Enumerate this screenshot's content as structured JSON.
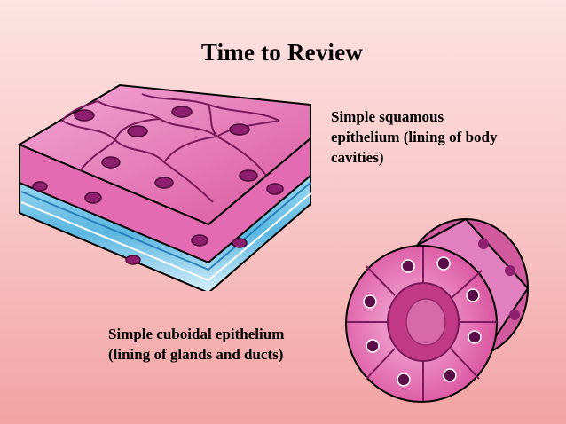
{
  "slide": {
    "title": "Time to Review",
    "squamous_caption_line1": "Simple squamous",
    "squamous_caption_line2": "epithelium (lining of body",
    "squamous_caption_line3": "cavities)",
    "cuboidal_caption_line1": "Simple cuboidal epithelium",
    "cuboidal_caption_line2": "(lining of glands and ducts)"
  },
  "colors": {
    "background_top": "#fde3e3",
    "background_bottom": "#f2a3a3",
    "cell_pink": "#e573b7",
    "nucleus_purple": "#8e1e6e",
    "basement_blue": "#6fc3e8"
  }
}
